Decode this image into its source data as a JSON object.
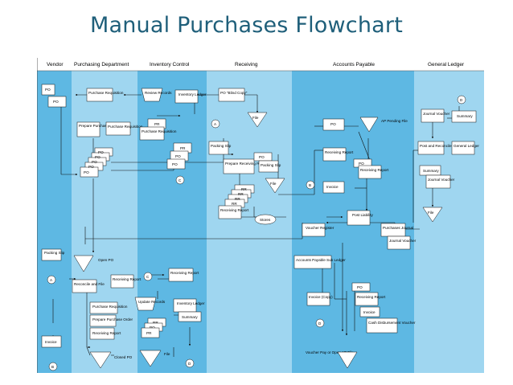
{
  "title": "Manual Purchases Flowchart",
  "colors": {
    "title": "#1f5f7a",
    "lane_dark": "#5eb8e3",
    "lane_light": "#9fd6f0",
    "header": "#ffffff"
  },
  "lanes": [
    "Vendor",
    "Purchasing Department",
    "Inventory Control",
    "Receiving",
    "Accounts Payable",
    "General Ledger"
  ],
  "labels": {
    "po": "PO",
    "purchase_requisition": "Purchase Requisition",
    "prepare_purchase_order": "Prepare Purchase Order",
    "review_records": "Review Records",
    "inventory_ledger": "Inventory Ledger",
    "pr": "PR",
    "po_blind_copy": "PO \"Blind Copy\"",
    "file": "File",
    "connector_a": "A",
    "connector_b": "B",
    "connector_c": "C",
    "connector_d": "D",
    "packing_slip": "Packing Slip",
    "prepare_receiving_report": "Prepare Receiving Report",
    "rr": "RR",
    "receiving_report": "Receiving Report",
    "stores": "Stores",
    "ap_pending_file": "AP Pending File",
    "invoice": "Invoice",
    "post_liability": "Post Liability",
    "voucher_register": "Voucher Register",
    "purchases_journal": "Purchases Journal",
    "journal_voucher": "Journal Voucher",
    "summary": "Summary",
    "post_and_reconcile": "Post and Reconcile",
    "general_ledger": "General Ledger",
    "open_po": "Open PO",
    "reconcile_and_file": "Reconcile and File",
    "update_records": "Update Records",
    "accounts_payable_sub_ledger": "Accounts Payable Sub Ledger",
    "invoice_copy": "Invoice (Copy)",
    "cash_disbursement_voucher": "Cash Disbursement Voucher",
    "voucher_pay_or_open_ap_file": "Voucher Pay or Open AP File",
    "closed_po": "Closed PO"
  }
}
